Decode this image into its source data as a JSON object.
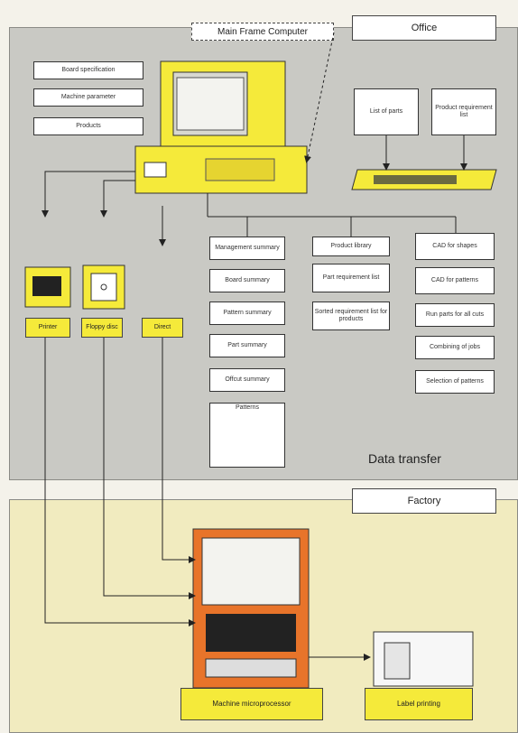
{
  "header": {
    "mainframe_label": "Main Frame Computer",
    "office_label": "Office",
    "factory_label": "Factory",
    "data_transfer_label": "Data transfer"
  },
  "inputs": [
    "Board specification",
    "Machine parameter",
    "Products"
  ],
  "office_sources": [
    "List of parts",
    "Product requirement list"
  ],
  "devices": {
    "printer_label": "Printer",
    "floppy_label": "Floppy disc",
    "direct_label": "Direct"
  },
  "columns": {
    "management": [
      "Management summary",
      "Board summary",
      "Pattern summary",
      "Part summary",
      "Offcut summary",
      "Patterns"
    ],
    "product": [
      "Product library",
      "Part requirement list",
      "Sorted requirement list for products"
    ],
    "cad": [
      "CAD for shapes",
      "CAD for patterns",
      "Run parts for all cuts",
      "Combining of jobs",
      "Selection of patterns"
    ]
  },
  "factory": {
    "machine_label": "Machine microprocessor",
    "label_printing": "Label printing"
  },
  "colors": {
    "office_bg": "#c9c9c4",
    "factory_bg": "#f1ebbf",
    "yellow": "#f5ea3a",
    "orange": "#e8742a"
  }
}
